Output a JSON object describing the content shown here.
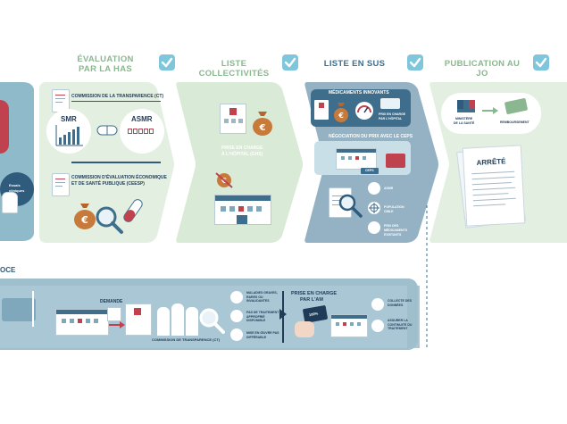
{
  "stages": [
    {
      "title_line1": "ÉVALUATION",
      "title_line2": "PAR LA HAS",
      "color": "#8ab78f"
    },
    {
      "title_line1": "LISTE COLLECTIVITÉS",
      "title_line2": "",
      "color": "#8ab78f"
    },
    {
      "title_line1": "LISTE EN SUS",
      "title_line2": "",
      "color": "#3f6e8c"
    },
    {
      "title_line1": "PUBLICATION AU JO",
      "title_line2": "",
      "color": "#8ab78f"
    }
  ],
  "left_partial": {
    "bubble_line1": "Essais",
    "bubble_line2": "cliniques",
    "bottom_label": "OCE"
  },
  "eval": {
    "ct_title": "COMMISSION DE LA TRANSPARENCE (CT)",
    "smr": "SMR",
    "asmr": "ASMR",
    "ceesp_line1": "COMMISSION D'ÉVALUATION ÉCONOMIQUE",
    "ceesp_line2": "ET DE SANTÉ PUBLIQUE (CEESP)"
  },
  "collectivites": {
    "line1": "PRISE EN CHARGE",
    "line2": "À L'HÔPITAL (GHS)"
  },
  "sus": {
    "innov_title": "MÉDICAMENTS INNOVANTS",
    "innov_note_line1": "PRIX EN CHARGE",
    "innov_note_line2": "PAR L'HÔPITAL",
    "negotiation_title": "NÉGOCIATION DU PRIX AVEC LE CEPS",
    "ceps_tag": "CEPS",
    "items": [
      "ASMR",
      "POPULATION CIBLE",
      "PRIX DES MÉDICAMENTS EXISTANTS"
    ]
  },
  "jo": {
    "ministry_line1": "MINISTÈRE",
    "ministry_line2": "DE LA SANTÉ",
    "reimbursement": "REMBOURSEMENT",
    "arrete": "ARRÊTÉ"
  },
  "bottom": {
    "demande": "DEMANDE",
    "commission": "COMMISSION DE TRANSPARENCE (CT)",
    "criteria": [
      "MALADIES GRAVES, RARES OU INVALIDANTES",
      "PAS DE TRAITEMENT APPROPRIÉ DISPONIBLE",
      "MISE EN ŒUVRE PAS DIFFÉRABLE"
    ],
    "prise_line1": "PRISE EN CHARGE",
    "prise_line2": "PAR L'AM",
    "percent": "100%",
    "outcomes": [
      "COLLECTE DES DONNÉES",
      "ASSURER LA CONTINUITÉ DU TRAITEMENT"
    ]
  }
}
